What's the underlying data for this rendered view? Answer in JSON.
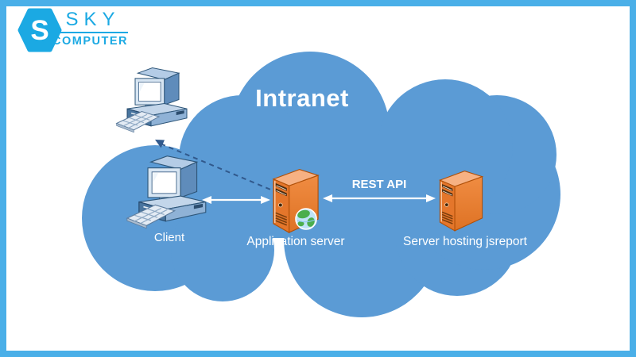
{
  "logo": {
    "brand": "SKY",
    "subtitle": "COMPUTER",
    "monogram": "S"
  },
  "diagram": {
    "title": "Intranet",
    "nodes": {
      "external_computer": {
        "label": ""
      },
      "client": {
        "label": "Client"
      },
      "application_server": {
        "label": "Application server"
      },
      "jsreport_server": {
        "label": "Server hosting jsreport"
      }
    },
    "connections": {
      "rest_api": {
        "label": "REST API",
        "type": "double-arrow"
      },
      "client_app": {
        "label": "",
        "type": "double-arrow"
      },
      "app_external": {
        "label": "",
        "type": "dashed-arrow"
      }
    }
  },
  "colors": {
    "cloud": "#5B9BD5",
    "frame": "#4AAFE8",
    "brand": "#1BA9E3",
    "arrow": "#FFFFFF",
    "dashed": "#31598C",
    "label": "#FFFFFF",
    "server": "#ED7D31"
  }
}
